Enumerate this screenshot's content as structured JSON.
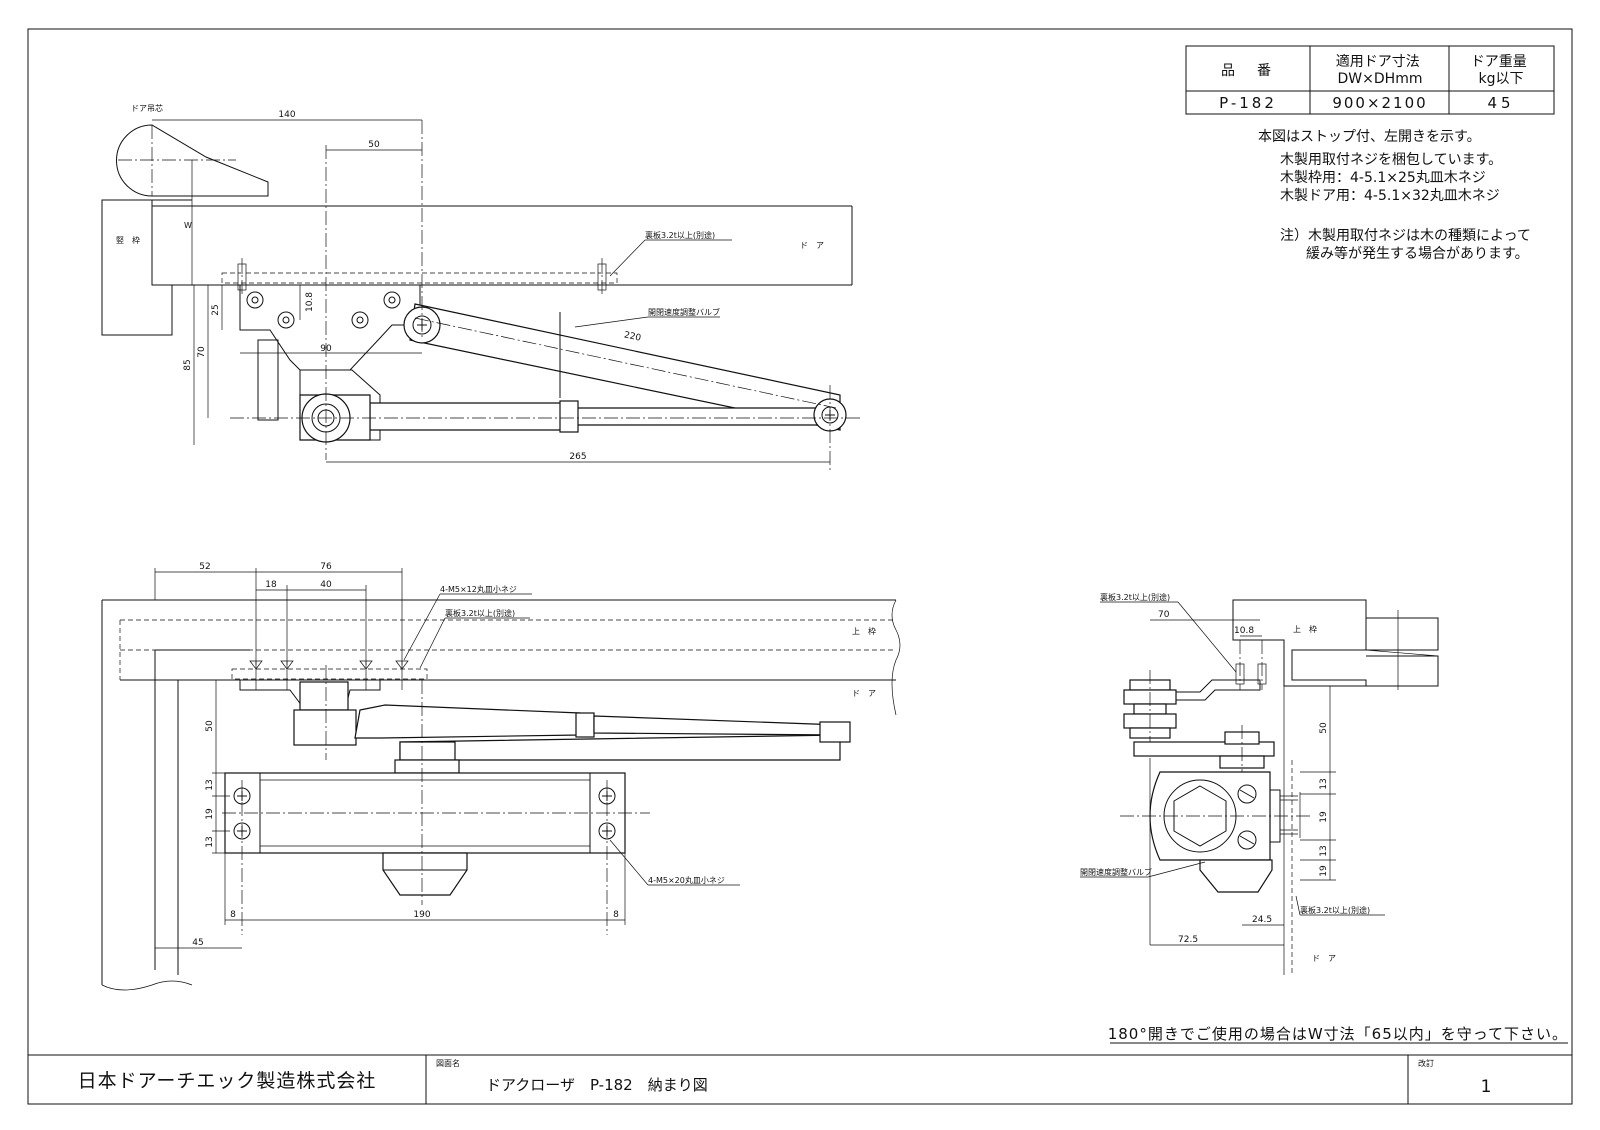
{
  "spec_table": {
    "headers": [
      "品　番",
      "適用ドア寸法\nDW×DHmm",
      "ドア重量\nkg以下"
    ],
    "row": [
      "P-182",
      "900×2100",
      "45"
    ]
  },
  "notes": {
    "line1": "本図はストップ付、左開きを示す。",
    "line2": "木製用取付ネジを梱包しています。",
    "line3": "木製枠用：4-5.1×25丸皿木ネジ",
    "line4": "木製ドア用：4-5.1×32丸皿木ネジ",
    "line5": "注）木製用取付ネジは木の種類によって",
    "line6": "緩み等が発生する場合があります。"
  },
  "top_view": {
    "label_door_hinge": "ドア吊芯",
    "label_frame": "竪　枠",
    "label_door": "ド　ア",
    "label_w": "W",
    "label_backing": "裏板3.2t以上(別途)",
    "label_valve": "開閉速度調整バルブ",
    "dims": {
      "d140": "140",
      "d50": "50",
      "d220": "220",
      "d90": "90",
      "d25": "25",
      "d108": "10.8",
      "d70": "70",
      "d85": "85",
      "d265": "265"
    }
  },
  "front_view": {
    "label_top_frame": "上　枠",
    "label_door": "ド　ア",
    "label_screw_top": "4-M5×12丸皿小ネジ",
    "label_backing": "裏板3.2t以上(別途)",
    "label_screw_body": "4-M5×20丸皿小ネジ",
    "dims": {
      "d52": "52",
      "d76": "76",
      "d18": "18",
      "d40": "40",
      "d50": "50",
      "d13a": "13",
      "d19": "19",
      "d13b": "13",
      "d8a": "8",
      "d190": "190",
      "d8b": "8",
      "d45": "45"
    }
  },
  "side_view": {
    "label_backing_top": "裏板3.2t以上(別途)",
    "label_top_frame": "上　枠",
    "label_valve": "開閉速度調整バルブ",
    "label_backing_bottom": "裏板3.2t以上(別途)",
    "label_door": "ド　ア",
    "dims": {
      "d70": "70",
      "d108": "10.8",
      "d50": "50",
      "d13a": "13",
      "d19a": "19",
      "d13b": "13",
      "d19b": "19",
      "d245": "24.5",
      "d725": "72.5"
    }
  },
  "footer_note": "180°開きでご使用の場合はW寸法「65以内」を守って下さい。",
  "title_block": {
    "company": "日本ドアーチエック製造株式会社",
    "drawing_name_label": "図面名",
    "drawing_name": "ドアクローザ　P-182　納まり図",
    "revision_label": "改訂",
    "revision": "1"
  }
}
